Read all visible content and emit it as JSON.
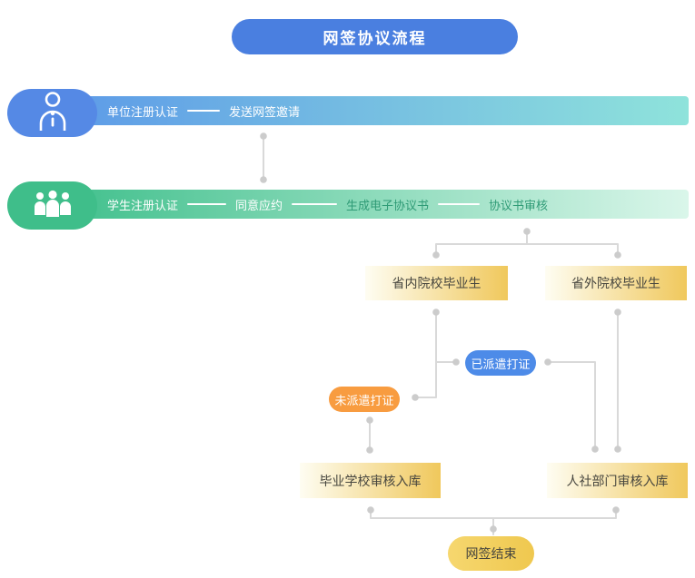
{
  "title": {
    "text": "网签协议流程"
  },
  "rows": {
    "unit": {
      "icon": "person-icon",
      "labels": [
        "单位注册认证",
        "发送网签邀请"
      ]
    },
    "student": {
      "icon": "group-icon",
      "labels": [
        "学生注册认证",
        "同意应约",
        "生成电子协议书",
        "协议书审核"
      ]
    }
  },
  "nodes": {
    "in_province": "省内院校毕业生",
    "out_province": "省外院校毕业生",
    "dispatched": "已派遣打证",
    "not_dispatched": "未派遣打证",
    "school_review": "毕业学校审核入库",
    "hr_review": "人社部门审核入库",
    "end": "网签结束"
  },
  "colors": {
    "title_blue": "#4a7fe0",
    "unit_blob_blue": "#5589e5",
    "unit_bar_start": "#5c99e8",
    "unit_bar_end": "#8fe3db",
    "student_blob_green": "#3fbe8a",
    "student_bar_start": "#3ebf8b",
    "student_bar_end": "#daf6ea",
    "label_green": "#2f9b76",
    "box_gold_light": "#fefdf2",
    "box_gold": "#f0c85c",
    "box_text": "#46453e",
    "pill_blue": "#4d8be8",
    "pill_orange": "#f89c40",
    "end_gold_light": "#f6d76f",
    "end_gold": "#efc84f",
    "connector_gray": "#d9d9d9",
    "connector_dot": "#cccccc",
    "white": "#ffffff"
  }
}
